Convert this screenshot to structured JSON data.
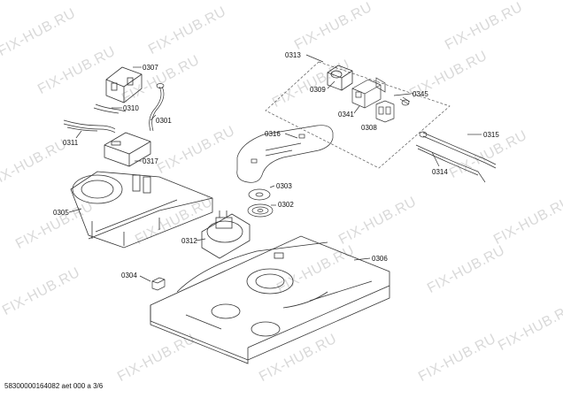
{
  "watermark": "FIX-HUB.RU",
  "parts": [
    "0313",
    "0307",
    "0309",
    "0341",
    "0345",
    "0310",
    "0301",
    "0308",
    "0315",
    "0311",
    "0316",
    "0317",
    "0314",
    "0305",
    "0303",
    "0302",
    "0312",
    "0306",
    "0304"
  ],
  "footer": "58300000164082 aet 000 a 3/6"
}
